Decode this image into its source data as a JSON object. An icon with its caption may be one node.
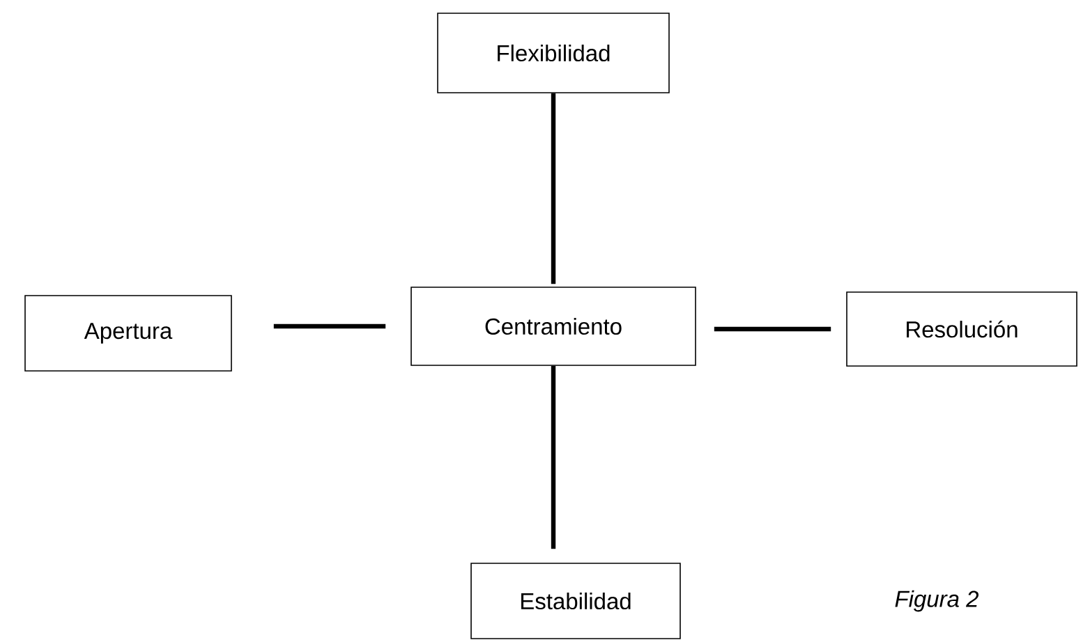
{
  "diagram": {
    "nodes": [
      {
        "text": [
          "Flexibilidad"
        ]
      },
      {
        "text": [
          "Apertura"
        ]
      },
      {
        "text": [
          "Centramiento"
        ]
      },
      {
        "text": [
          "Resolución"
        ]
      },
      {
        "text": [
          "Estabilidad"
        ]
      }
    ],
    "edges": [
      {
        "from": 0,
        "to": 2,
        "arrow": "none"
      },
      {
        "from": 1,
        "to": 2,
        "arrow": "none"
      },
      {
        "from": 2,
        "to": 3,
        "arrow": "none"
      },
      {
        "from": 2,
        "to": 4,
        "arrow": "none"
      }
    ],
    "labels": [
      "Figura 2"
    ]
  }
}
